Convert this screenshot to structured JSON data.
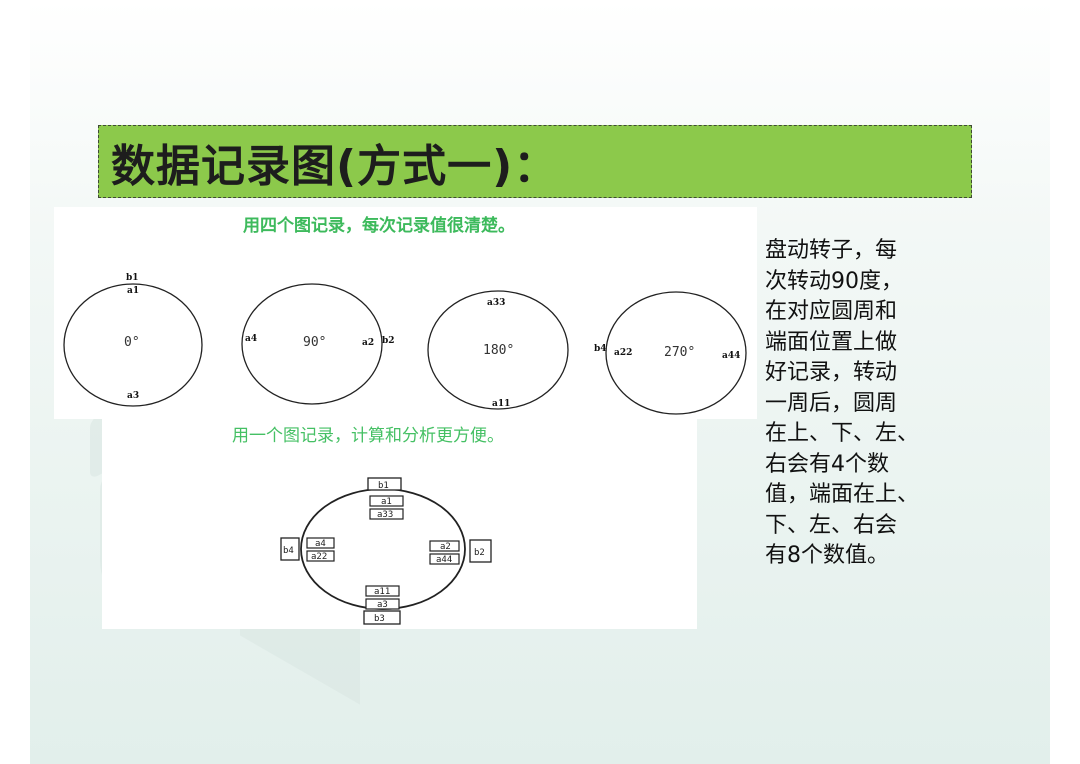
{
  "slide": {
    "title": "数据记录图(方式一)：",
    "caption_top": "用四个图记录，每次记录值很清楚。",
    "caption_bottom": "用一个图记录，计算和分析更方便。",
    "description_lines": [
      "盘动转子，每",
      "次转动90度，",
      "在对应圆周和",
      "端面位置上做",
      "好记录，转动",
      "一周后，圆周",
      "在上、下、左、",
      "右会有4个数",
      "值，端面在上、",
      "下、左、右会",
      "有8个数值。"
    ]
  },
  "circles": [
    {
      "angle": "0°",
      "labels": {
        "top1": "b1",
        "top2": "a1",
        "bottom": "a3"
      }
    },
    {
      "angle": "90°",
      "labels": {
        "left": "a4",
        "right1": "a2",
        "right2": "b2"
      }
    },
    {
      "angle": "180°",
      "labels": {
        "top": "a33",
        "bottom": "a11"
      }
    },
    {
      "angle": "270°",
      "labels": {
        "left1": "b4",
        "left2": "a22",
        "right": "a44"
      }
    }
  ],
  "combined": {
    "top": [
      "b1",
      "a1",
      "a33"
    ],
    "left": [
      "b4",
      "a4",
      "a22"
    ],
    "right": [
      "a2",
      "a44",
      "b2"
    ],
    "bottom": [
      "a11",
      "a3",
      "b3"
    ]
  }
}
